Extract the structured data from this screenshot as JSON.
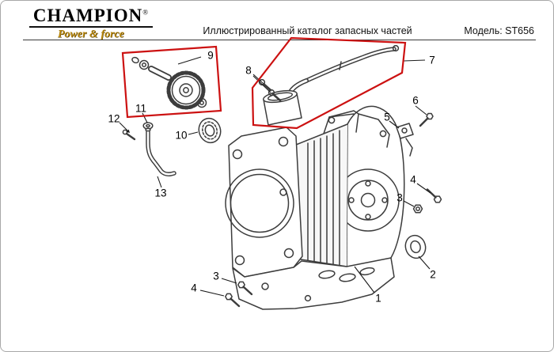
{
  "header": {
    "logo": {
      "brand": "CHAMPION",
      "registered": "®",
      "tagline": "Power & force"
    },
    "title": "Иллюстрированный каталог запасных частей",
    "model": "Модель: ST656"
  },
  "colors": {
    "highlight": "#cc1111",
    "line": "#3c3c3c",
    "leader": "#1a1a1a",
    "logo_gold": "#b8860b"
  },
  "diagram": {
    "callouts": {
      "part1": "1",
      "part2": "2",
      "part3_top": "3",
      "part4_top": "4",
      "part5": "5",
      "part6": "6",
      "part7": "7",
      "part8": "8",
      "part9": "9",
      "part10": "10",
      "part11": "11",
      "part12": "12",
      "part13": "13",
      "part3_bottom": "3",
      "part4_bottom": "4"
    }
  }
}
